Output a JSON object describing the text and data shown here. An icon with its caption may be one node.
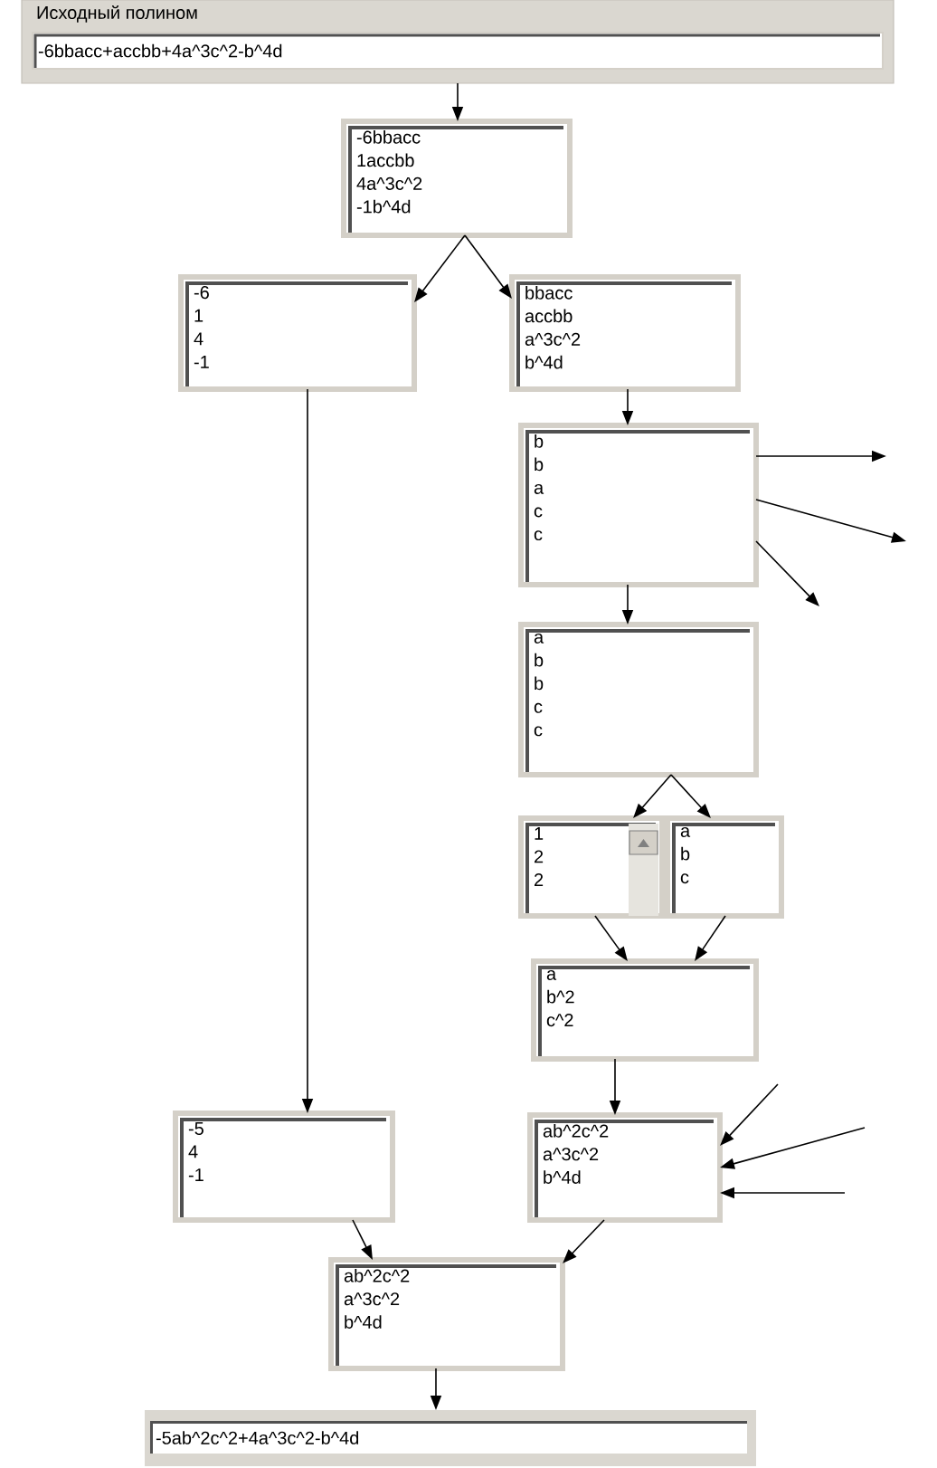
{
  "diagram": {
    "nodes": [
      {
        "text": [
          "Исходный полином"
        ]
      },
      {
        "text": [
          "-6bbacc+accbb+4a^3c^2-b^4d"
        ],
        "in": 0
      },
      {
        "text": [
          "-6bbacc",
          "1accbb",
          "4a^3c^2",
          "-1b^4d"
        ]
      },
      {
        "text": [
          "-6",
          "1",
          "4",
          "-1"
        ]
      },
      {
        "text": [
          "bbacc",
          "accbb",
          "a^3c^2",
          "b^4d"
        ]
      },
      {
        "text": [
          "b",
          "b",
          "a",
          "c",
          "c"
        ]
      },
      {
        "text": [
          "a",
          "b",
          "b",
          "c",
          "c"
        ]
      },
      {
        "text": [
          "1",
          "2",
          "2"
        ]
      },
      {
        "text": [
          "a",
          "b",
          "c"
        ]
      },
      {
        "text": [
          "a",
          "b^2",
          "c^2"
        ]
      },
      {
        "text": [
          "-5",
          "4",
          "-1"
        ]
      },
      {
        "text": [
          "ab^2c^2",
          "a^3c^2",
          "b^4d"
        ]
      },
      {
        "text": [
          "ab^2c^2",
          "a^3c^2",
          "b^4d"
        ]
      },
      {
        "text": [
          "-5ab^2c^2+4a^3c^2-b^4d"
        ]
      }
    ],
    "edges": [
      {
        "from": 0,
        "to": 2,
        "arrow": "to"
      },
      {
        "from": 2,
        "to": 3,
        "arrow": "to"
      },
      {
        "from": 2,
        "to": 4,
        "arrow": "to"
      },
      {
        "from": 3,
        "to": 10,
        "arrow": "to"
      },
      {
        "from": 4,
        "to": 5,
        "arrow": "to"
      },
      {
        "from": 5,
        "to": null,
        "arrow": "to"
      },
      {
        "from": 5,
        "to": null,
        "arrow": "to"
      },
      {
        "from": 5,
        "to": null,
        "arrow": "to"
      },
      {
        "from": 5,
        "to": 6,
        "arrow": "to"
      },
      {
        "from": 6,
        "to": 7,
        "arrow": "to"
      },
      {
        "from": 6,
        "to": 8,
        "arrow": "to"
      },
      {
        "from": 7,
        "to": 9,
        "arrow": "to"
      },
      {
        "from": 8,
        "to": 9,
        "arrow": "to"
      },
      {
        "from": 9,
        "to": 11,
        "arrow": "to"
      },
      {
        "from": null,
        "to": 11,
        "arrow": "to"
      },
      {
        "from": null,
        "to": 11,
        "arrow": "to"
      },
      {
        "from": null,
        "to": 11,
        "arrow": "to"
      },
      {
        "from": 10,
        "to": 12,
        "arrow": "to"
      },
      {
        "from": 11,
        "to": 12,
        "arrow": "to"
      },
      {
        "from": 12,
        "to": 13,
        "arrow": "to"
      }
    ]
  }
}
